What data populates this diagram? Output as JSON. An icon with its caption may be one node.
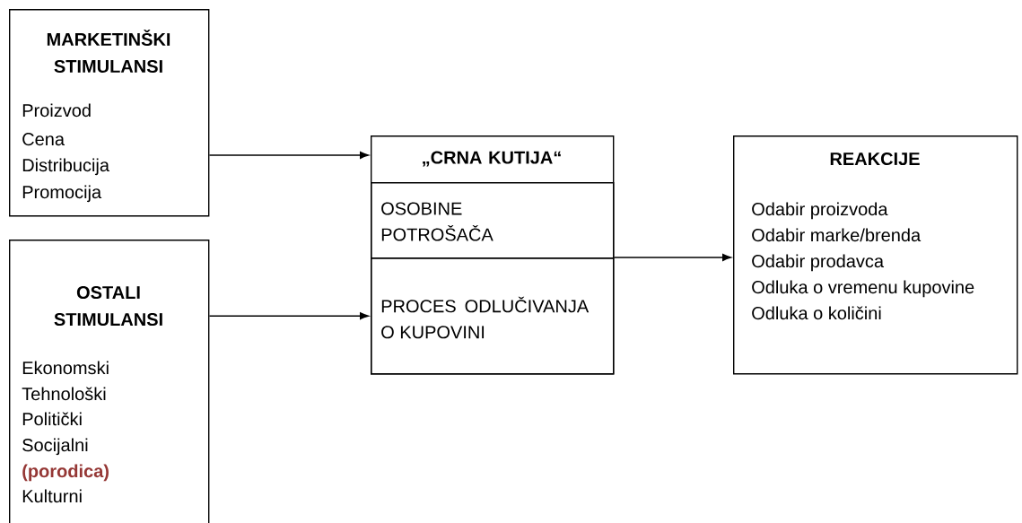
{
  "diagram": {
    "nodes": [
      {
        "text": [
          "MARKETINŠKI STIMULANSI",
          "Proizvod",
          "Cena",
          "Distribucija",
          "Promocija"
        ]
      },
      {
        "text": [
          "OSTALI STIMULANSI",
          "Ekonomski",
          "Tehnološki",
          "Politički",
          "Socijalni",
          "(porodica)",
          "Kulturni"
        ]
      },
      {
        "text": [
          "„CRNA KUTIJA“"
        ]
      },
      {
        "text": [
          "OSOBINE POTROŠAČA"
        ],
        "in": 2
      },
      {
        "text": [
          "PROCES ODLUČIVANJA O KUPOVINI"
        ],
        "in": 2
      },
      {
        "text": [
          "REAKCIJE",
          "Odabir proizvoda",
          "Odabir marke/brenda",
          "Odabir prodavca",
          "Odluka o vremenu kupovine",
          "Odluka o količini"
        ]
      }
    ],
    "edges": [
      {
        "from": 0,
        "to": 2,
        "arrow": "to"
      },
      {
        "from": 1,
        "to": 4,
        "arrow": "to"
      },
      {
        "from": 2,
        "to": 5,
        "arrow": "to"
      }
    ]
  }
}
